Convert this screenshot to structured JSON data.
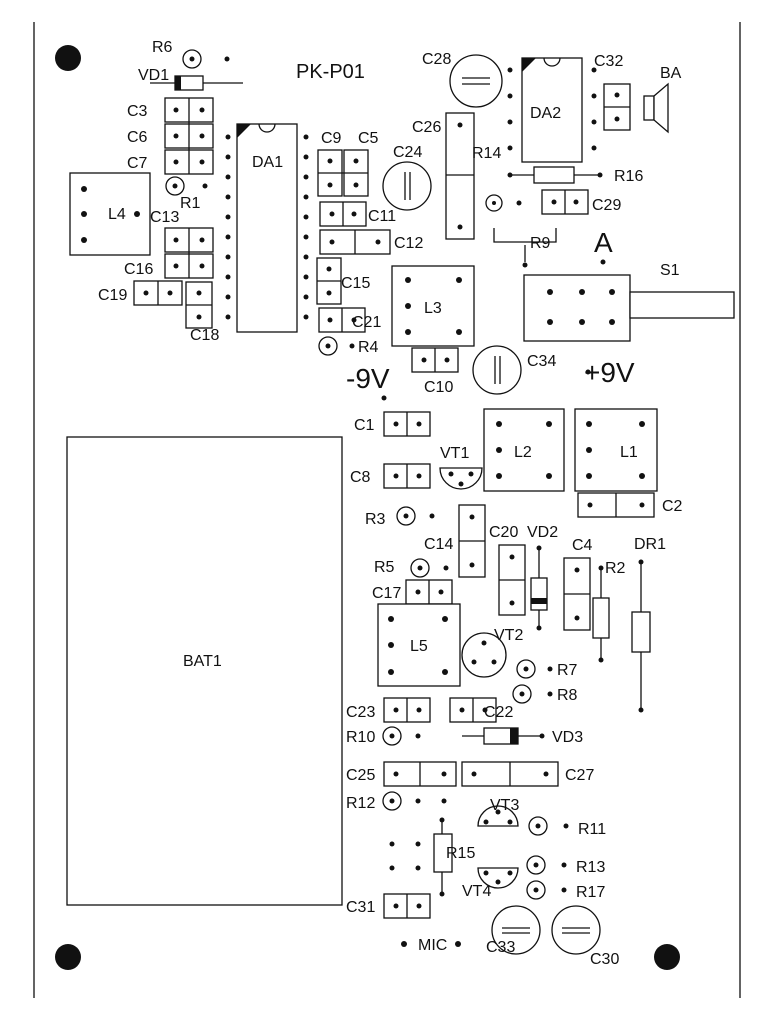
{
  "board": {
    "title": "PK-P01",
    "minus_supply": "-9V",
    "plus_supply": "+9V",
    "point_a": "A",
    "battery": "BAT1",
    "mic": "MIC"
  },
  "components": {
    "R6": "R6",
    "VD1": "VD1",
    "C3": "C3",
    "C6": "C6",
    "C7": "C7",
    "R1": "R1",
    "L4": "L4",
    "C13": "C13",
    "C16": "C16",
    "C19": "C19",
    "C18": "C18",
    "DA1": "DA1",
    "C9": "C9",
    "C5": "C5",
    "C11": "C11",
    "C12": "C12",
    "C15": "C15",
    "C21": "C21",
    "R4": "R4",
    "C24": "C24",
    "C26": "C26",
    "C28": "C28",
    "DA2": "DA2",
    "C32": "C32",
    "BA": "BA",
    "R14": "R14",
    "R16": "R16",
    "C29": "C29",
    "R9": "R9",
    "S1": "S1",
    "L3": "L3",
    "C10": "C10",
    "C34": "C34",
    "C1": "C1",
    "C8": "C8",
    "VT1": "VT1",
    "L2": "L2",
    "L1": "L1",
    "C2": "C2",
    "R3": "R3",
    "C14": "C14",
    "C20": "C20",
    "VD2": "VD2",
    "C4": "C4",
    "DR1": "DR1",
    "R2": "R2",
    "R5": "R5",
    "C17": "C17",
    "L5": "L5",
    "VT2": "VT2",
    "R7": "R7",
    "R8": "R8",
    "C23": "C23",
    "C22": "C22",
    "R10": "R10",
    "VD3": "VD3",
    "C25": "C25",
    "C27": "C27",
    "R12": "R12",
    "VT3": "VT3",
    "R11": "R11",
    "R15": "R15",
    "R13": "R13",
    "VT4": "VT4",
    "R17": "R17",
    "C31": "C31",
    "C33": "C33",
    "C30": "C30"
  }
}
